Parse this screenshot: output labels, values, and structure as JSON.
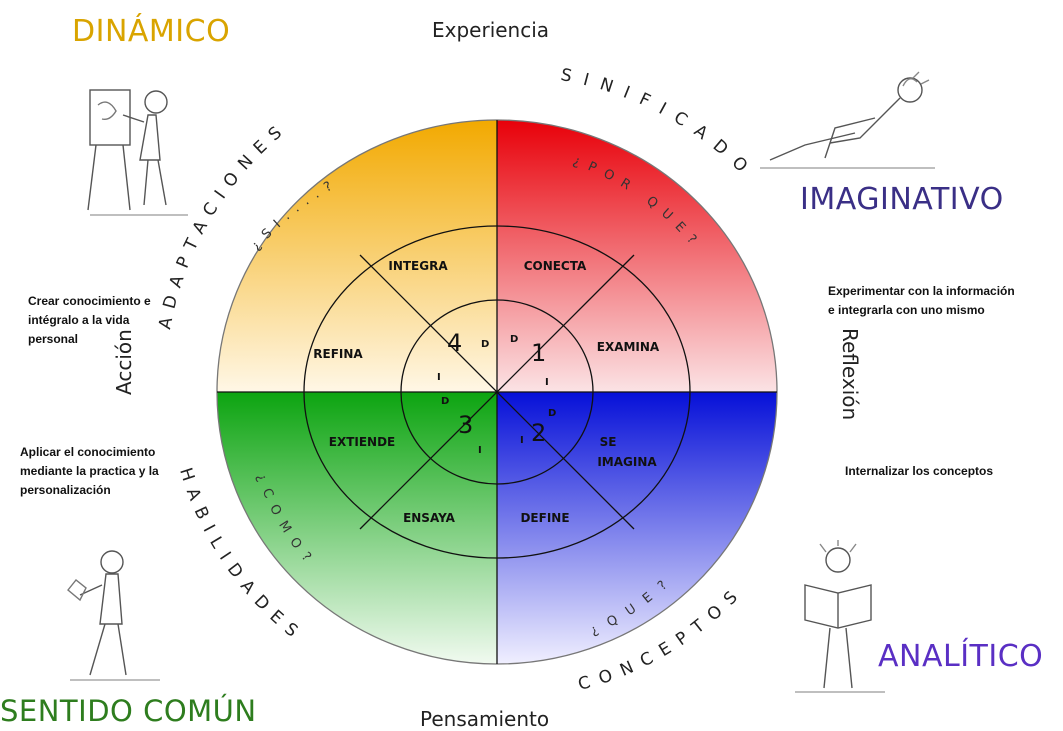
{
  "axes": {
    "top": "Experiencia",
    "bottom": "Pensamiento",
    "left": "Acción",
    "right": "Reflexión"
  },
  "corners": {
    "top_left": {
      "title": "DINÁMICO",
      "color": "#d9a400"
    },
    "top_right": {
      "title": "IMAGINATIVO",
      "color": "#3a2f86"
    },
    "bottom_left": {
      "title": "SENTIDO  COMÚN",
      "color": "#2e7d1e"
    },
    "bottom_right": {
      "title": "ANALÍTICO",
      "color": "#5a2fc4"
    }
  },
  "arc_labels": {
    "top_left": "ADAPTACIONES",
    "top_right": "SINIFICADO",
    "bottom_left": "HABILIDADES",
    "bottom_right": "CONCEPTOS"
  },
  "questions": {
    "top_left": "¿SI....?",
    "top_right": "¿POR QUE?",
    "bottom_left": "¿COMO?",
    "bottom_right": "¿QUE?"
  },
  "segments": {
    "integra": "INTEGRA",
    "conecta": "CONECTA",
    "examina": "EXAMINA",
    "se_imagina_1": "SE",
    "se_imagina_2": "IMAGINA",
    "define": "DEFINE",
    "ensaya": "ENSAYA",
    "extiende": "EXTIENDE",
    "refina": "REFINA"
  },
  "numbers": {
    "q1": "1",
    "q2": "2",
    "q3": "3",
    "q4": "4"
  },
  "inner_letters": {
    "d": "D",
    "i": "I"
  },
  "notes": {
    "top_left": [
      "Crear conocimiento e",
      "intégralo  a  la  vida",
      "personal"
    ],
    "bottom_left": [
      "Aplicar el conocimiento",
      "mediante la practica y la",
      "personalización"
    ],
    "top_right": [
      "Experimentar con la información",
      "e integrarla con uno mismo"
    ],
    "bottom_right": [
      "Internalizar los conceptos"
    ]
  },
  "colors": {
    "yellow": "#f4b400",
    "red": "#e8000a",
    "green": "#0f9d10",
    "blue": "#0a14d8"
  },
  "icons": [
    "painter-sketch",
    "lying-thinker-sketch",
    "reader-sketch",
    "builder-sketch"
  ]
}
